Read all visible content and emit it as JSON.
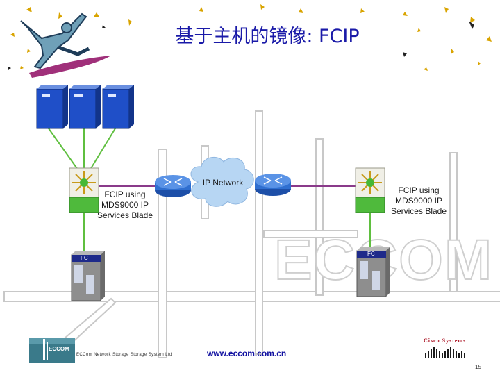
{
  "slide": {
    "title": "基于主机的镜像: FCIP",
    "watermark": "ECCOM",
    "page_number": "15"
  },
  "diagram": {
    "left_switch_label": "FCIP using MDS9000 IP Services Blade",
    "right_switch_label": "FCIP using MDS9000 IP Services Blade",
    "network_label": "IP Network",
    "left_storage_tag": "FC",
    "right_storage_tag": "FC"
  },
  "footer": {
    "company": "ECCom Network Storage Storage System Ltd",
    "url": "www.eccom.com.cn",
    "logo_text": "ECCOM",
    "partner_logo": "Cisco Systems"
  },
  "colors": {
    "title": "#1a1aa8",
    "server": "#1f4fc8",
    "switch_green": "#4fba3c",
    "cloud": "#b7d6f3",
    "router": "#2f6fd0",
    "link_green": "#5fbf3f",
    "link_purple": "#8a3a8a",
    "street": "#c8c8c8",
    "url": "#1010a0",
    "cisco": "#aa1020"
  }
}
